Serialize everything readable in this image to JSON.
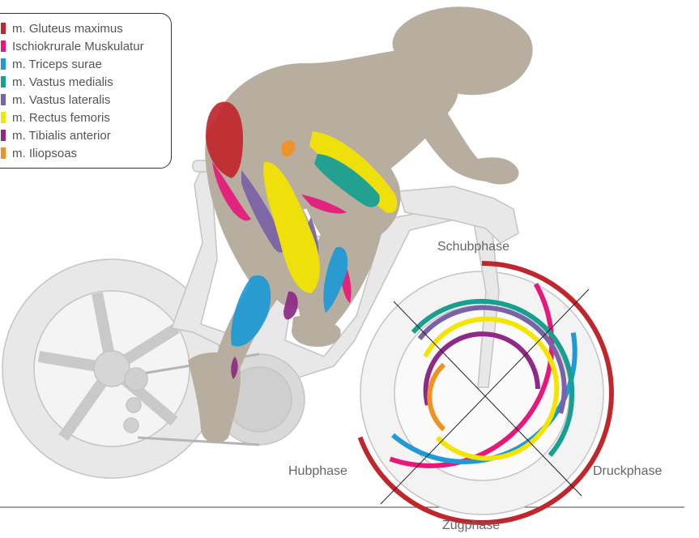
{
  "legend": {
    "items": [
      {
        "label": "m. Gluteus maximus",
        "color": "#c0272d"
      },
      {
        "label": "Ischiokrurale Muskulatur",
        "color": "#e6197b"
      },
      {
        "label": "m. Triceps surae",
        "color": "#1f9ad6"
      },
      {
        "label": "m. Vastus medialis",
        "color": "#17a08f"
      },
      {
        "label": "m. Vastus lateralis",
        "color": "#7a62a6"
      },
      {
        "label": "m. Rectus femoris",
        "color": "#f4e500"
      },
      {
        "label": "m. Tibialis anterior",
        "color": "#8e2a86"
      },
      {
        "label": "m. Iliopsoas",
        "color": "#f39120"
      }
    ]
  },
  "phases": {
    "top": "Schubphase",
    "right": "Druckphase",
    "bottom": "Zugphase",
    "left": "Hubphase"
  },
  "colors": {
    "frame": "#e8e8e8",
    "frame_stroke": "#c4c4c4",
    "rider": "#b8ae9f",
    "background": "#ffffff"
  }
}
